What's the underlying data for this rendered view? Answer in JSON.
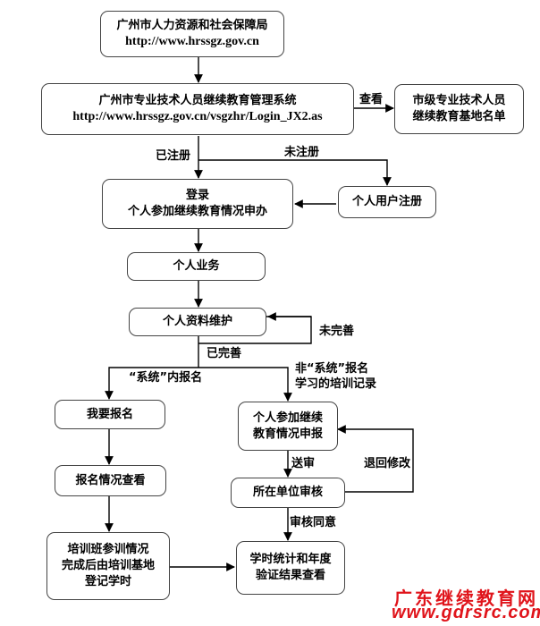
{
  "nodes": {
    "bureau": {
      "line1": "广州市人力资源和社会保障局",
      "url": "http://www.hrssgz.gov.cn"
    },
    "system": {
      "line1": "广州市专业技术人员继续教育管理系统",
      "url": "http://www.hrssgz.gov.cn/vsgzhr/Login_JX2.as"
    },
    "base_list": {
      "line1": "市级专业技术人员",
      "line2": "继续教育基地名单"
    },
    "login": {
      "line1": "登录",
      "line2": "个人参加继续教育情况申办"
    },
    "register": {
      "line1": "个人用户注册"
    },
    "personal": {
      "line1": "个人业务"
    },
    "profile": {
      "line1": "个人资料维护"
    },
    "enroll": {
      "line1": "我要报名"
    },
    "enroll_check": {
      "line1": "报名情况查看"
    },
    "base_record": {
      "line1": "培训班参训情况",
      "line2": "完成后由培训基地",
      "line3": "登记学时"
    },
    "apply": {
      "line1": "个人参加继续",
      "line2": "教育情况申报"
    },
    "unit_review": {
      "line1": "所在单位审核"
    },
    "result": {
      "line1": "学时统计和年度",
      "line2": "验证结果查看"
    }
  },
  "edges": {
    "view": "查看",
    "registered": "已注册",
    "not_registered": "未注册",
    "not_complete": "未完善",
    "complete": "已完善",
    "in_system_line1": "“系统”内报名",
    "out_system_line1": "非“系统”报名",
    "out_system_line2": "学习的培训记录",
    "submit": "送审",
    "return_edit": "退回修改",
    "approved": "审核同意"
  },
  "watermark": {
    "title": "广东继续教育网",
    "url": "www.gdrsrc.com"
  },
  "colors": {
    "watermark": "#e0141b",
    "line": "#000000"
  }
}
